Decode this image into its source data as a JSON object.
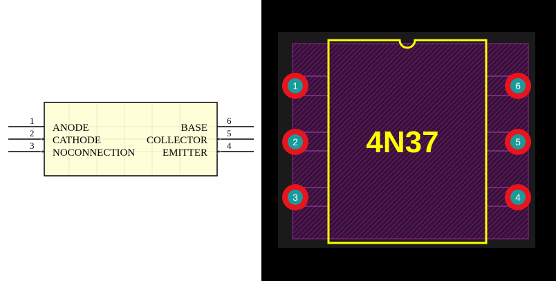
{
  "colors": {
    "schematic_bg": "#ffffff",
    "body_fill": "#fefed9",
    "body_stroke": "#000000",
    "pcb_bg": "#000000",
    "board_fill": "#1a1a1a",
    "courtyard": "#a020a0",
    "silkscreen": "#ffff00",
    "pad_ring": "#e8141e",
    "pad_fill": "#1a9a9a",
    "pad_text": "#ffffff"
  },
  "schematic": {
    "left_pins": [
      {
        "number": "1",
        "label": "ANODE"
      },
      {
        "number": "2",
        "label": "CATHODE"
      },
      {
        "number": "3",
        "label": "NOCONNECTION"
      }
    ],
    "right_pins": [
      {
        "number": "6",
        "label": "BASE"
      },
      {
        "number": "5",
        "label": "COLLECTOR"
      },
      {
        "number": "4",
        "label": "EMITTER"
      }
    ]
  },
  "pcb": {
    "part_name": "4N37",
    "left_pads": [
      "1",
      "2",
      "3"
    ],
    "right_pads": [
      "6",
      "5",
      "4"
    ]
  }
}
